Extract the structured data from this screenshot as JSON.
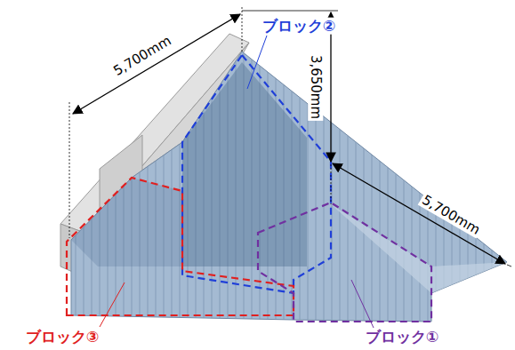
{
  "diagram": {
    "labels": [
      "5,700mm",
      "ブロック②",
      "3,650mm",
      "5,700mm",
      "ブロック③",
      "ブロック①"
    ]
  }
}
